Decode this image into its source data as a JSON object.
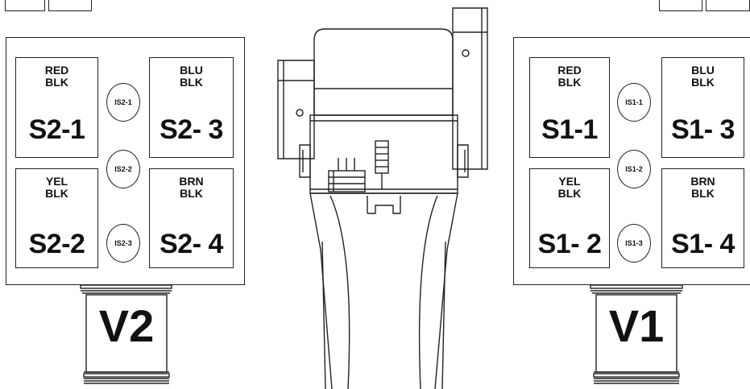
{
  "left_panel": {
    "valve_label": "V2",
    "boxes": [
      {
        "id": "S2-1",
        "wire1": "RED",
        "wire2": "BLK",
        "label": "S2-1"
      },
      {
        "id": "S2-3",
        "wire1": "BLU",
        "wire2": "BLK",
        "label": "S2- 3"
      },
      {
        "id": "S2-2",
        "wire1": "YEL",
        "wire2": "BLK",
        "label": "S2-2"
      },
      {
        "id": "S2-4",
        "wire1": "BRN",
        "wire2": "BLK",
        "label": "S2- 4"
      }
    ],
    "ovals": [
      "IS2-1",
      "IS2-2",
      "IS2-3"
    ]
  },
  "right_panel": {
    "valve_label": "V1",
    "boxes": [
      {
        "id": "S1-1",
        "wire1": "RED",
        "wire2": "BLK",
        "label": "S1-1"
      },
      {
        "id": "S1-3",
        "wire1": "BLU",
        "wire2": "BLK",
        "label": "S1- 3"
      },
      {
        "id": "S1-2",
        "wire1": "YEL",
        "wire2": "BLK",
        "label": "S1- 2"
      },
      {
        "id": "S1-4",
        "wire1": "BRN",
        "wire2": "BLK",
        "label": "S1- 4"
      }
    ],
    "ovals": [
      "IS1-1",
      "IS1-2",
      "IS1-3"
    ]
  },
  "line_color": "#222222"
}
